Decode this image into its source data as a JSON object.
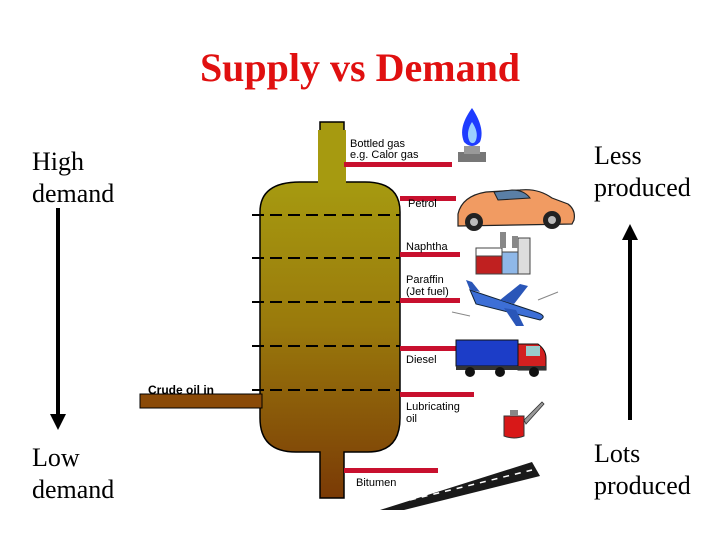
{
  "title": "Supply vs Demand",
  "left": {
    "top": [
      "High",
      "demand"
    ],
    "bottom": [
      "Low",
      "demand"
    ]
  },
  "right": {
    "top": [
      "Less",
      "produced"
    ],
    "bottom": [
      "Lots",
      "produced"
    ]
  },
  "crude_label": "Crude oil in",
  "fractions": {
    "bottled_gas": [
      "Bottled gas",
      "e.g. Calor gas"
    ],
    "petrol": "Petrol",
    "naphtha": "Naphtha",
    "paraffin": [
      "Paraffin",
      "(Jet fuel)"
    ],
    "diesel": "Diesel",
    "lubricating": [
      "Lubricating",
      "oil"
    ],
    "bitumen": "Bitumen"
  },
  "icons": {
    "bottled_gas": "gas-flame-icon",
    "petrol": "sports-car-icon",
    "naphtha": "chemical-plant-icon",
    "paraffin": "jet-airplane-icon",
    "diesel": "lorry-icon",
    "lubricating": "oil-can-icon",
    "bitumen": "road-icon"
  },
  "colors": {
    "title": "#e01010",
    "column_top": "#9e8f0c",
    "column_bottom": "#7a3a06",
    "pipe": "#c8102e"
  }
}
